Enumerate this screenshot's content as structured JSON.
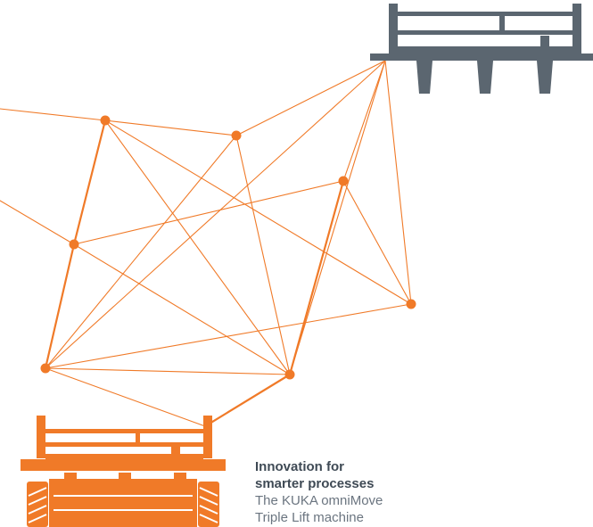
{
  "colors": {
    "accent": "#f07a28",
    "structure_gray": "#5b6670",
    "text_dark": "#3f4a55",
    "text_light": "#6b7580"
  },
  "graphics": {
    "top_icon": "lifted-platform-icon",
    "bottom_icon": "omnimove-vehicle-icon",
    "network": "orange-node-network"
  },
  "caption": {
    "heading_line1": "Innovation for",
    "heading_line2": "smarter processes",
    "body_line1": "The KUKA omniMove",
    "body_line2": "Triple Lift machine"
  }
}
